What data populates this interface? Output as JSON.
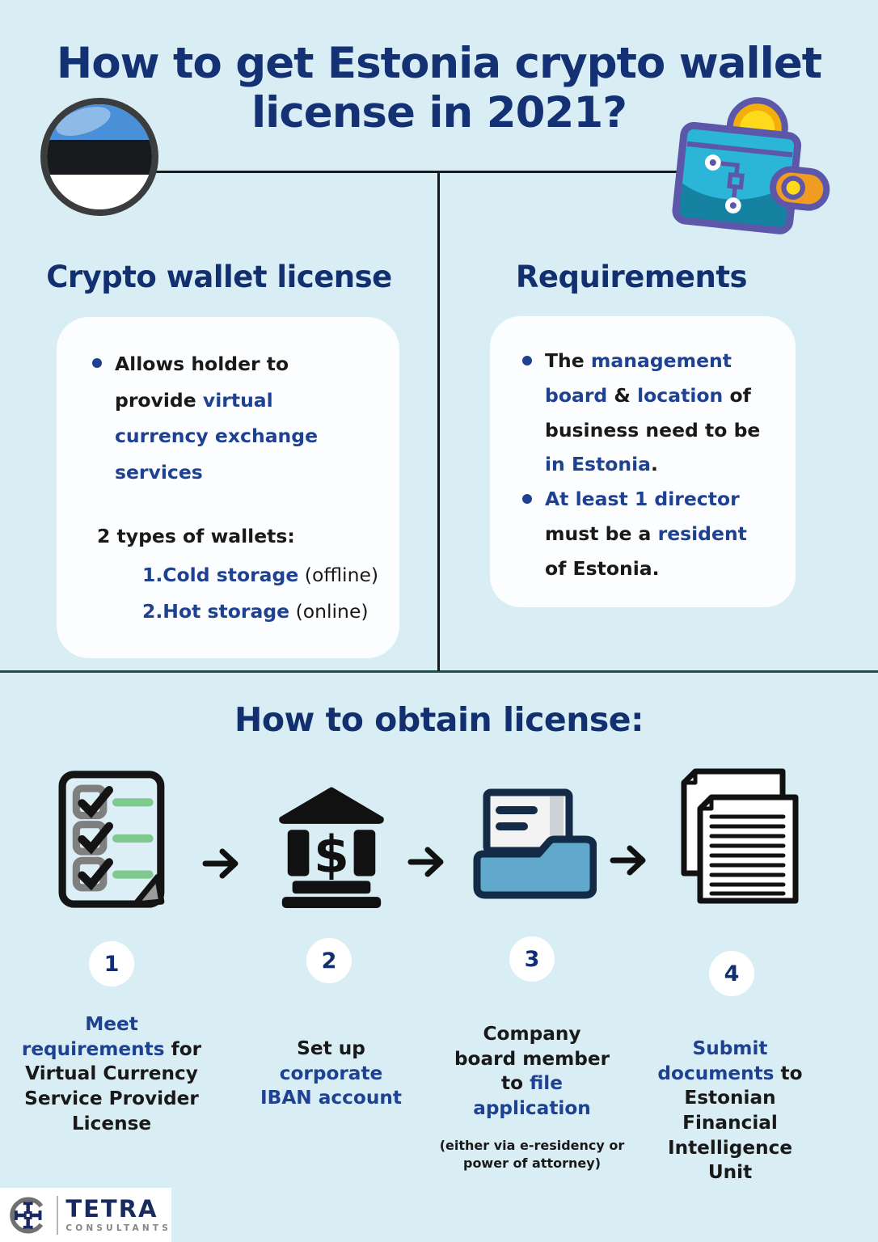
{
  "title": "How to get Estonia crypto wallet license in 2021?",
  "sections": {
    "license": {
      "heading": "Crypto wallet license",
      "bullet": [
        "Allows holder to provide ",
        "virtual currency exchange services"
      ],
      "types_label": "2 types of wallets:",
      "types": [
        {
          "num": "1.",
          "name": "Cold storage",
          "suffix": " (offline)"
        },
        {
          "num": "2.",
          "name": "Hot storage",
          "suffix": " (online)"
        }
      ]
    },
    "requirements": {
      "heading": "Requirements",
      "b1": [
        "The ",
        "management board",
        " & ",
        "location",
        " of business need to be ",
        "in Estonia",
        "."
      ],
      "b2": [
        "At least 1 director",
        " must be a ",
        "resident",
        " of Estonia."
      ]
    },
    "steps": {
      "heading": "How to obtain license:",
      "items": [
        {
          "number": "1",
          "icon": "checklist-icon",
          "label": [
            "Meet requirements",
            " for Virtual Currency Service Provider License"
          ]
        },
        {
          "number": "2",
          "icon": "bank-icon",
          "label": [
            "Set up ",
            "corporate IBAN account"
          ]
        },
        {
          "number": "3",
          "icon": "folder-icon",
          "label": [
            "Company board member to ",
            "file application"
          ],
          "note": "(either via e-residency or power of attorney)"
        },
        {
          "number": "4",
          "icon": "documents-icon",
          "label": [
            "Submit documents",
            " to Estonian Financial Intelligence Unit"
          ]
        }
      ]
    }
  },
  "logo": {
    "brand": "TETRA",
    "subtitle": "CONSULTANTS"
  },
  "icons": {
    "flag": "estonia-flag-icon",
    "wallet": "crypto-wallet-icon",
    "step_arrows": "arrow-right-icon",
    "logo_mark": "tetra-compass-icon"
  },
  "colors": {
    "background": "#d8edf4",
    "card": "#fbfdfe",
    "navy_heading": "#12306f",
    "accent_blue": "#1e4191",
    "text_dark": "#191919",
    "divider_green": "#1d5245",
    "line_black": "#1a1a1a",
    "flag_blue": "#4a90d9",
    "folder_blue": "#61a9cc",
    "check_green": "#7dc98e",
    "wallet_purple": "#5d57aa",
    "wallet_cyan": "#2ab5d9",
    "wallet_teal": "#1682a2",
    "coin_yellow": "#f3ae0c",
    "clasp_orange": "#f09c23"
  }
}
